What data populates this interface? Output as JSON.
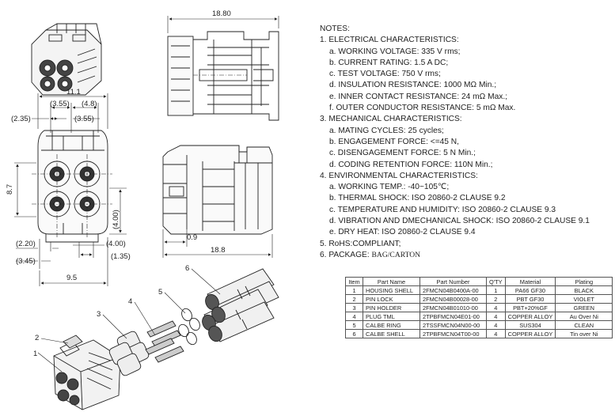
{
  "dims": {
    "overall_length_top": "18.80",
    "overall_length_side": "18.8",
    "front_width": "11.1",
    "d_355": "(3.55)",
    "d_48": "(4.8)",
    "d_235": "(2.35)",
    "d_355b": "(3.55)",
    "height": "8.7",
    "d_400v": "(4.00)",
    "d_220": "(2.20)",
    "d_400h": "(4.00)",
    "d_135": "(1.35)",
    "d_345": "(3.45)",
    "base_width": "9.5",
    "side_offset": "0.9"
  },
  "callouts": [
    "1",
    "2",
    "3",
    "4",
    "5",
    "6"
  ],
  "notes": {
    "title": "NOTES:",
    "lines": [
      {
        "t": "1. ELECTRICAL CHARACTERISTICS:",
        "k": "h"
      },
      {
        "t": "a. WORKING VOLTAGE: 335 V rms;",
        "k": "s"
      },
      {
        "t": "b. CURRENT RATING: 1.5 A DC;",
        "k": "s"
      },
      {
        "t": "c. TEST VOLTAGE: 750 V rms;",
        "k": "s"
      },
      {
        "t": "d. INSULATION RESISTANCE: 1000 MΩ Min.;",
        "k": "s"
      },
      {
        "t": "e. INNER CONTACT RESISTANCE: 24 mΩ Max.;",
        "k": "s"
      },
      {
        "t": "f. OUTER CONDUCTOR RESISTANCE: 5 mΩ Max.",
        "k": "s"
      },
      {
        "t": "3. MECHANICAL CHARACTERISTICS:",
        "k": "h"
      },
      {
        "t": "a. MATING CYCLES: 25 cycles;",
        "k": "s"
      },
      {
        "t": "b. ENGAGEMENT FORCE: <=45 N,",
        "k": "s"
      },
      {
        "t": "c. DISENGAGEMENT FORCE: 5 N Min.;",
        "k": "s"
      },
      {
        "t": "d. CODING RETENTION FORCE: 110N Min.;",
        "k": "s"
      },
      {
        "t": "4. ENVIRONMENTAL CHARACTERISTICS:",
        "k": "h"
      },
      {
        "t": "a. WORKING TEMP.: -40~105℃;",
        "k": "s"
      },
      {
        "t": "b. THERMAL SHOCK: ISO 20860-2 CLAUSE 9.2",
        "k": "s"
      },
      {
        "t": "c. TEMPERATURE AND HUMIDITY: ISO 20860-2 CLAUSE 9.3",
        "k": "s"
      },
      {
        "t": "d. VIBRATION AND DMECHANICAL SHOCK: ISO 20860-2 CLAUSE 9.1",
        "k": "s"
      },
      {
        "t": "e. DRY HEAT: ISO 20860-2 CLAUSE 9.4",
        "k": "s"
      },
      {
        "t": "5. RoHS:COMPLIANT;",
        "k": "h"
      }
    ],
    "package_label": "6. PACKAGE:",
    "package_value": "BAG/CARTON"
  },
  "bom": {
    "headers": [
      "Item",
      "Part Name",
      "Part Number",
      "Q'TY",
      "Material",
      "Plating"
    ],
    "rows": [
      [
        "1",
        "HOUSING SHELL",
        "2FMCN04B0400A-00",
        "1",
        "PA66 GF30",
        "BLACK"
      ],
      [
        "2",
        "PIN LOCK",
        "2FMCN04B00028-00",
        "2",
        "PBT GF30",
        "VIOLET"
      ],
      [
        "3",
        "PIN HOLDER",
        "2FMCN04B01010-00",
        "4",
        "PBT+20%GF",
        "GREEN"
      ],
      [
        "4",
        "PLUG TML",
        "2TPBFMCN04E01-00",
        "4",
        "COPPER ALLOY",
        "Au Over Ni"
      ],
      [
        "5",
        "CALBE RING",
        "2TSSFMCN04N00-00",
        "4",
        "SUS304",
        "CLEAN"
      ],
      [
        "6",
        "CALBE SHELL",
        "2TPBFMCN04T00-00",
        "4",
        "COPPER ALLOY",
        "Tin over Ni"
      ]
    ]
  }
}
